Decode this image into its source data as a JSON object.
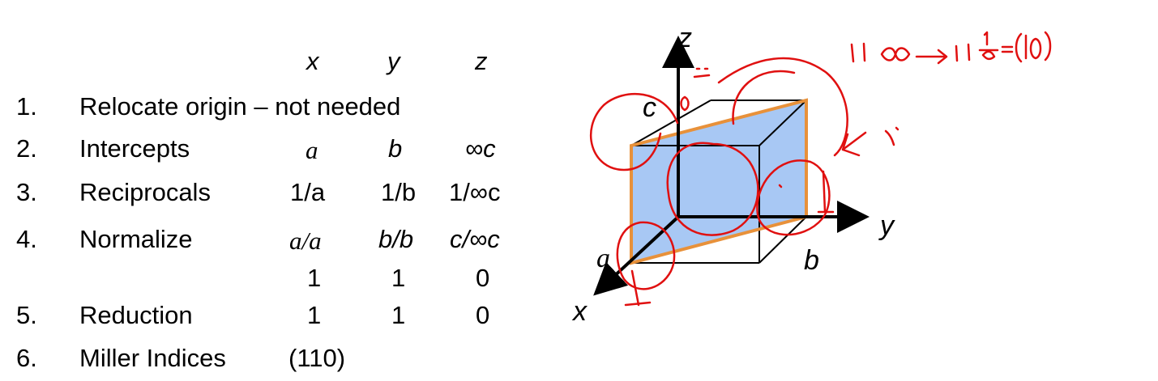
{
  "table": {
    "headers": [
      "x",
      "y",
      "z"
    ],
    "steps": [
      {
        "num": "1.",
        "label": "Relocate origin – not needed",
        "cells": []
      },
      {
        "num": "2.",
        "label": "Intercepts",
        "cells": [
          "a",
          "b",
          "∞c"
        ]
      },
      {
        "num": "3.",
        "label": "Reciprocals",
        "cells": [
          "1/a",
          "1/b",
          "1/∞c"
        ]
      },
      {
        "num": "4.",
        "label": "Normalize",
        "cells": [
          "a/a",
          "b/b",
          "c/∞c"
        ]
      },
      {
        "num": "",
        "label": "",
        "cells": [
          "1",
          "1",
          "0"
        ]
      },
      {
        "num": "5.",
        "label": "Reduction",
        "cells": [
          "1",
          "1",
          "0"
        ]
      },
      {
        "num": "6.",
        "label": "Miller Indices",
        "cells": [
          "(110)"
        ]
      }
    ]
  },
  "diagram": {
    "axis_labels": {
      "x": "x",
      "y": "y",
      "z": "z"
    },
    "intercept_labels": {
      "a": "a",
      "b": "b",
      "c": "c"
    },
    "colors": {
      "plane_fill": "#a8c8f4",
      "plane_edge": "#e8913a",
      "ink": "#e01010",
      "cube": "#000000"
    }
  }
}
